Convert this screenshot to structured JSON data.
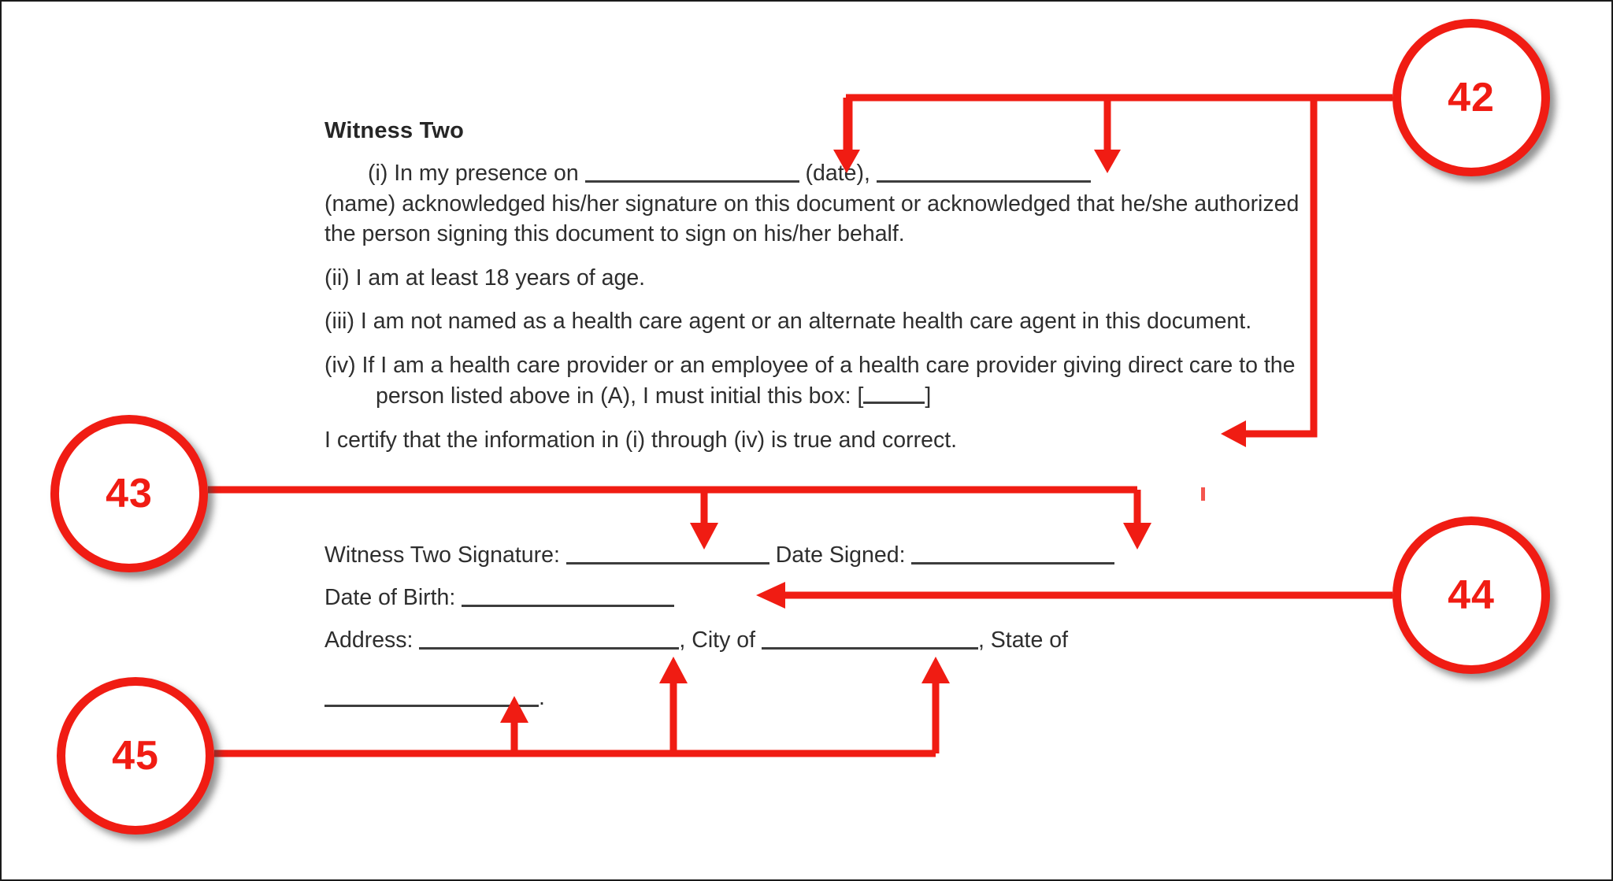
{
  "document": {
    "heading": "Witness Two",
    "clause_i": {
      "prefix": "(i) In my presence on ",
      "mid": " (date), ",
      "tail": "(name) acknowledged his/her signature on this document or acknowledged that he/she authorized the person signing this document to sign on his/her behalf."
    },
    "clause_ii": "(ii) I am at least 18 years of age.",
    "clause_iii": "(iii) I am not named as a health care agent or an alternate health care agent in this document.",
    "clause_iv": {
      "prefix": "(iv) If I am a health care provider or an employee of a health care provider giving direct care to the person listed above in (A), I must initial this box: [",
      "suffix": "]"
    },
    "certify": "I certify that the information in (i) through (iv) is true and correct.",
    "fields": {
      "signature_label": "Witness Two Signature:",
      "date_signed_label": "Date Signed:",
      "dob_label": "Date of Birth:",
      "address_label": "Address:",
      "city_label": ", City of ",
      "state_label": ", State of ",
      "period": "."
    }
  },
  "callouts": [
    {
      "id": "42",
      "label": "42"
    },
    {
      "id": "43",
      "label": "43"
    },
    {
      "id": "44",
      "label": "44"
    },
    {
      "id": "45",
      "label": "45"
    }
  ],
  "colors": {
    "annotation_red": "#f01c13",
    "text_dark": "#2e2e2e",
    "rule_gray": "#3d3d3d",
    "page_border": "#1a1a1a"
  }
}
